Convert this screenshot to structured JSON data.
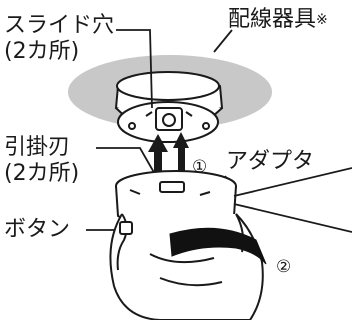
{
  "labels": {
    "slide_hole": "スライド穴",
    "slide_hole_count": "(2カ所)",
    "wiring_fixture": "配線器具",
    "wiring_fixture_mark": "※",
    "hook_blade": "引掛刃",
    "hook_blade_count": "(2カ所)",
    "adapter": "アダプタ",
    "button": "ボタン"
  },
  "steps": {
    "step1": "①",
    "step2": "②"
  },
  "colors": {
    "ink": "#1a1a1a",
    "ceiling_disc": "#c8c8c8",
    "fixture_fill": "#ffffff",
    "hand_fill": "#ffffff",
    "arrow": "#1a1a1a",
    "band": "#111111"
  }
}
